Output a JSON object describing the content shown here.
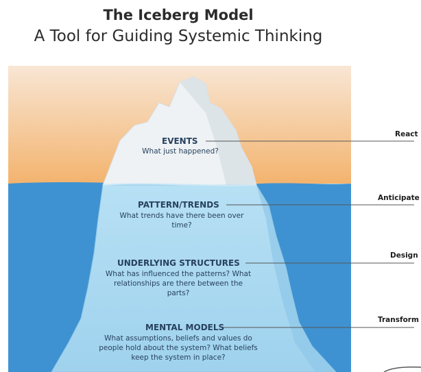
{
  "header": {
    "title": "The Iceberg Model",
    "subtitle": "A Tool for Guiding Systemic Thinking"
  },
  "levels": [
    {
      "title": "EVENTS",
      "question": "What just happened?",
      "action": "React"
    },
    {
      "title": "PATTERN/TRENDS",
      "question": "What trends have there been over time?",
      "action": "Anticipate"
    },
    {
      "title": "UNDERLYING STRUCTURES",
      "question": "What has influenced the patterns? What relationships are there between the parts?",
      "action": "Design"
    },
    {
      "title": "MENTAL MODELS",
      "question": "What assumptions, beliefs and values do people hold about the system? What beliefs keep the system in place?",
      "action": "Transform"
    }
  ],
  "colors": {
    "sky_top": "#f8e6d4",
    "sky_bottom": "#f3b36e",
    "water": "#3f92d1",
    "iceberg_above": "#eef2f4",
    "iceberg_below": "#a9d8f0",
    "text_dark": "#27415e"
  }
}
